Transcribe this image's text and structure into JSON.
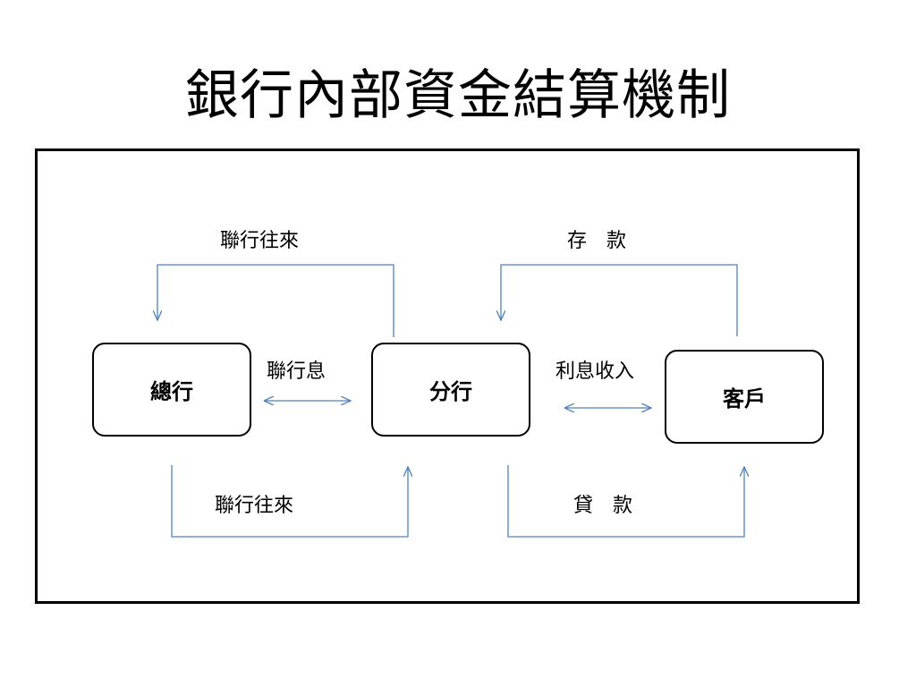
{
  "title": "銀行內部資金結算機制",
  "nodes": {
    "head_office": "總行",
    "branch": "分行",
    "customer": "客戶"
  },
  "edges": {
    "interbranch_top": "聯行往來",
    "interbranch_interest": "聯行息",
    "interbranch_bottom": "聯行往來",
    "deposit": "存　款",
    "interest_income": "利息收入",
    "loan": "貸　款"
  },
  "colors": {
    "connector": "#4f81bd",
    "border": "#000000"
  }
}
